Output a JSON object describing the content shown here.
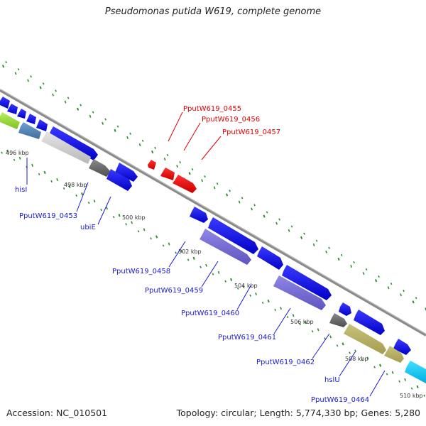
{
  "title": "Pseudomonas putida W619, complete genome",
  "accession": "Accession: NC_010501",
  "summary": "Topology: circular; Length: 5,774,330 bp; Genes: 5,280",
  "colors": {
    "backbone": "#8a8a8a",
    "dots": "#2e8b2e",
    "label_blue": "#1a1ad0",
    "label_red": "#e00000",
    "scale_text": "#333333"
  },
  "scale_ticks": [
    "496 kbp",
    "498 kbp",
    "500 kbp",
    "502 kbp",
    "504 kbp",
    "506 kbp",
    "508 kbp",
    "510 kbp"
  ],
  "genes": [
    {
      "name": "PputW619_0455",
      "color": "red"
    },
    {
      "name": "PputW619_0456",
      "color": "red"
    },
    {
      "name": "PputW619_0457",
      "color": "red"
    },
    {
      "name": "hisI",
      "color": "blue"
    },
    {
      "name": "PputW619_0453",
      "color": "blue"
    },
    {
      "name": "ubiE",
      "color": "blue"
    },
    {
      "name": "PputW619_0458",
      "color": "blue"
    },
    {
      "name": "PputW619_0459",
      "color": "blue"
    },
    {
      "name": "PputW619_0460",
      "color": "blue"
    },
    {
      "name": "PputW619_0461",
      "color": "blue"
    },
    {
      "name": "PputW619_0462",
      "color": "blue"
    },
    {
      "name": "hslU",
      "color": "blue"
    },
    {
      "name": "PputW619_0464",
      "color": "blue"
    }
  ]
}
